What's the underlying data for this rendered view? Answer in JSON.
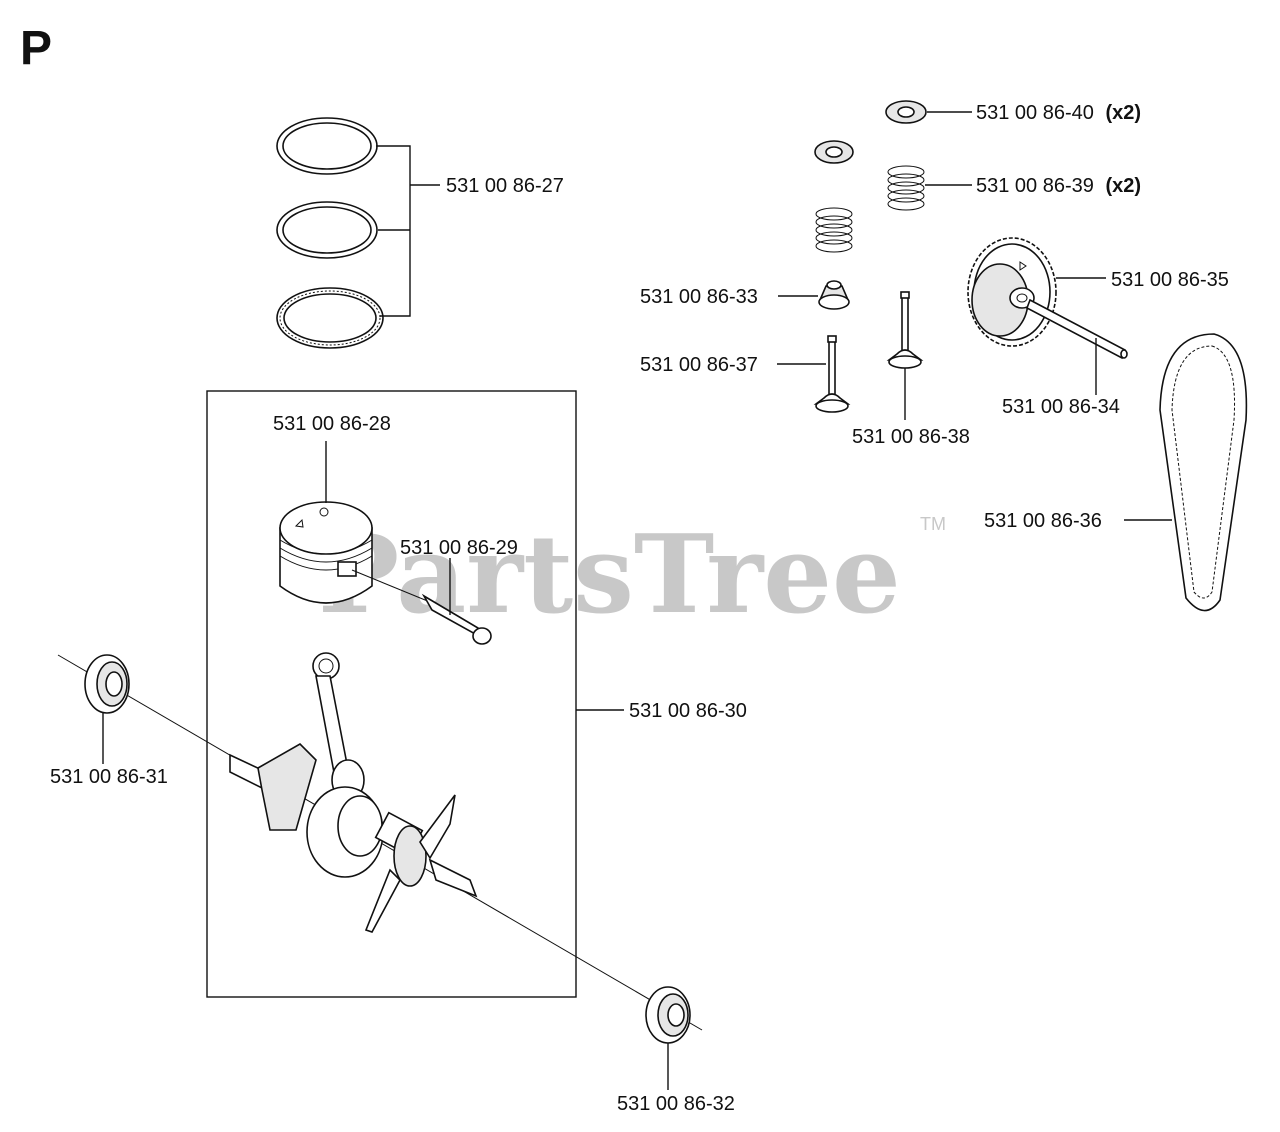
{
  "sheet_letter": "P",
  "watermark": {
    "text": "PartsTree",
    "trademark": "TM"
  },
  "callouts": {
    "p27": "531 00 86-27",
    "p28": "531 00 86-28",
    "p29": "531 00 86-29",
    "p30": "531 00 86-30",
    "p31": "531 00 86-31",
    "p32": "531 00 86-32",
    "p33": "531 00 86-33",
    "p34": "531 00 86-34",
    "p35": "531 00 86-35",
    "p36": "531 00 86-36",
    "p37": "531 00 86-37",
    "p38": "531 00 86-38",
    "p39": "531 00 86-39",
    "p39_qty": "(x2)",
    "p40": "531 00 86-40",
    "p40_qty": "(x2)"
  }
}
